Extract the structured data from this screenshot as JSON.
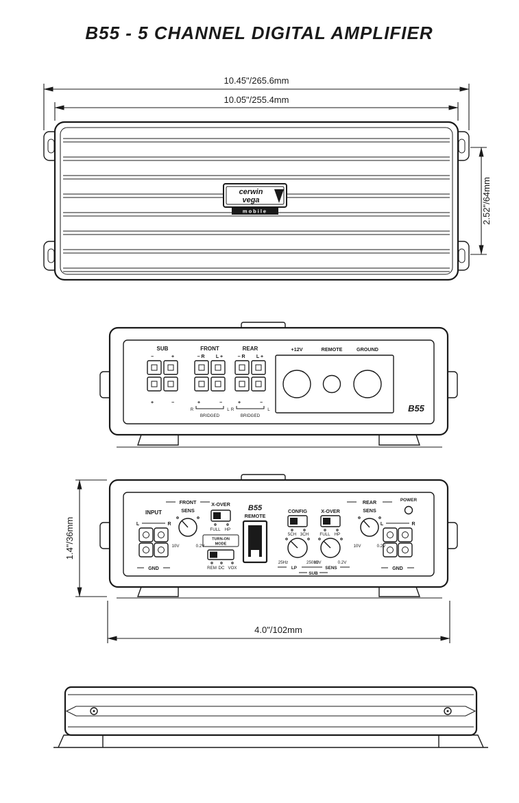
{
  "title": "B55 - 5 CHANNEL DIGITAL AMPLIFIER",
  "colors": {
    "ink": "#1a1a1a",
    "bg": "#ffffff"
  },
  "top_view": {
    "dim_outer": "10.45\"/265.6mm",
    "dim_inner": "10.05\"/255.4mm",
    "dim_height": "2.52\"/64mm",
    "logo_1": "cerwin",
    "logo_2": "vega",
    "logo_mobile": "mobile"
  },
  "rear_view": {
    "model": "B55",
    "groups": [
      {
        "label": "SUB",
        "t_left": "−",
        "t_right": "+",
        "b_left": "+",
        "b_right": "−"
      },
      {
        "label": "FRONT",
        "t_left": "− R",
        "t_right": "L +",
        "b_left": "+",
        "b_right": "−",
        "br_l": "R",
        "br_r": "L",
        "bridged": "BRIDGED"
      },
      {
        "label": "REAR",
        "t_left": "− R",
        "t_right": "L +",
        "b_left": "+",
        "b_right": "−",
        "br_l": "R",
        "br_r": "L",
        "bridged": "BRIDGED"
      }
    ],
    "power": {
      "v12": "+12V",
      "remote": "REMOTE",
      "ground": "GROUND"
    }
  },
  "front_view": {
    "dim_height": "1.4\"/36mm",
    "dim_width": "4.0\"/102mm",
    "input": {
      "label": "INPUT",
      "l": "L",
      "r": "R",
      "gnd": "GND"
    },
    "front_sens": {
      "group": "FRONT",
      "label": "SENS",
      "min": "10V",
      "max": "0.2V"
    },
    "xover_front": {
      "label": "X-OVER",
      "full": "FULL",
      "hp": "HP"
    },
    "turn_on": {
      "line1": "TURN-ON",
      "line2": "MODE",
      "rem": "REM",
      "dc": "DC",
      "vox": "VOX"
    },
    "remote": {
      "model": "B55",
      "label": "REMOTE"
    },
    "config": {
      "label": "CONFIG",
      "c5": "5CH",
      "c3": "3CH"
    },
    "lp": {
      "label": "LP",
      "min": "25Hz",
      "max": "250Hz"
    },
    "sub_sens": {
      "label": "SENS",
      "min": "10V",
      "max": "0.2V"
    },
    "sub_group": "SUB",
    "xover_sub": {
      "label": "X-OVER",
      "full": "FULL",
      "hp": "HP"
    },
    "rear_sens": {
      "group": "REAR",
      "label": "SENS",
      "min": "10V",
      "max": "0.2V"
    },
    "power_label": "POWER",
    "output": {
      "l": "L",
      "r": "R",
      "gnd": "GND"
    }
  }
}
